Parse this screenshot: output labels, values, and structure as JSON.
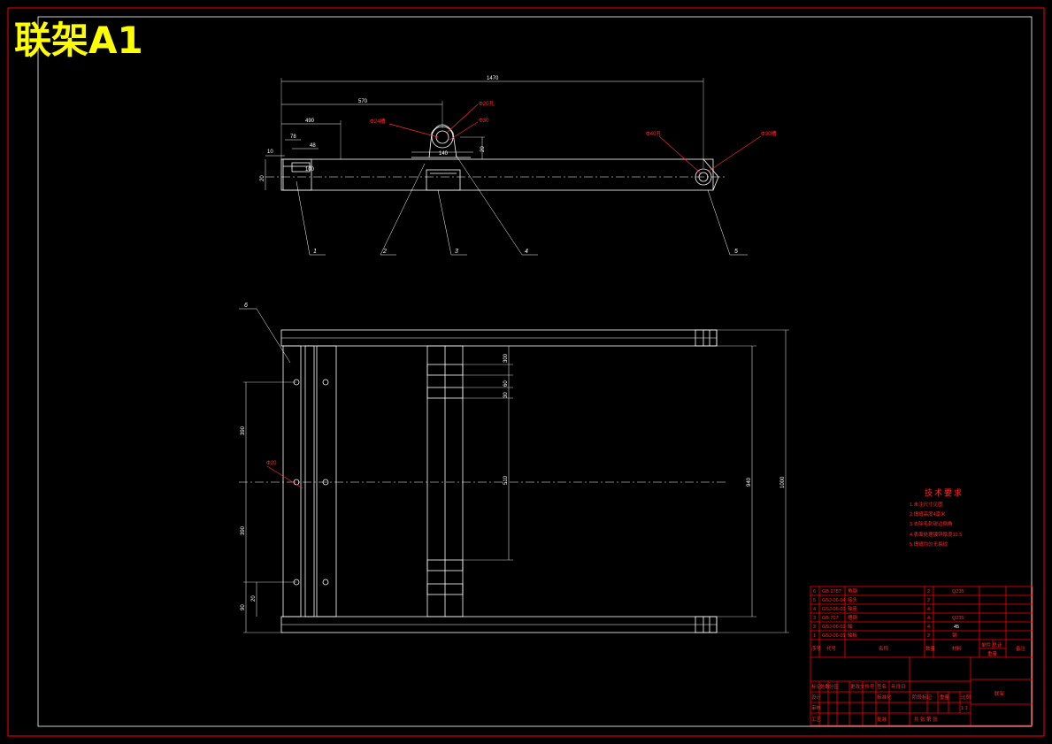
{
  "title": "联架A1",
  "top_view": {
    "dims": {
      "overall": "1470",
      "d570": "570",
      "d490": "490",
      "d78": "78",
      "d48": "48",
      "d10": "10",
      "d100": "100",
      "d20": "20",
      "d140": "140",
      "d20b": "20"
    },
    "callouts": {
      "phi_left": "Φ24槽",
      "phi_top1": "Φ20孔",
      "phi_top2": "Φ30",
      "phi_right1": "Φ40孔",
      "phi_right2": "Φ30槽"
    },
    "balloons": [
      "1",
      "2",
      "3",
      "4",
      "5"
    ]
  },
  "bottom_view": {
    "balloon": "6",
    "dims": {
      "d300": "300",
      "d60": "60",
      "d30": "30",
      "d510": "510",
      "d940": "940",
      "d1000": "1000",
      "d390a": "390",
      "d390b": "390",
      "d20": "20",
      "d90": "90"
    },
    "callout": "Φ20"
  },
  "tech": {
    "title": "技术要求",
    "notes": [
      "1.未注尺寸见图",
      "2.焊缝高度4毫米",
      "3.去除毛刺锐边倒角",
      "4.表面处理镀锌厚度12.5",
      "5.焊缝均匀无裂纹"
    ]
  },
  "parts": [
    {
      "no": "6",
      "code": "GB 9787",
      "name": "角钢",
      "qty": "2",
      "mat": "Q235"
    },
    {
      "no": "5",
      "code": "GSJ-06-04",
      "name": "接头",
      "qty": "2",
      "mat": ""
    },
    {
      "no": "4",
      "code": "GSJ-06-03",
      "name": "轴座",
      "qty": "4",
      "mat": ""
    },
    {
      "no": "3",
      "code": "GB 707",
      "name": "槽钢",
      "qty": "4",
      "mat": "Q235"
    },
    {
      "no": "2",
      "code": "GSJ-06-02",
      "name": "轴",
      "qty": "4",
      "mat": "45"
    },
    {
      "no": "1",
      "code": "GSJ-06-01",
      "name": "轴板",
      "qty": "2",
      "mat": "钢"
    }
  ],
  "header": {
    "no": "序号",
    "code": "代号",
    "name": "名称",
    "qty": "数量",
    "mat": "材料",
    "wt": "单件 总计",
    "wt2": "重量",
    "note": "备注"
  },
  "title_block": {
    "name": "联架",
    "r1": [
      "标记",
      "处数",
      "分区",
      "更改文件号",
      "签名",
      "年月日"
    ],
    "r2": [
      "阶段标记",
      "重量",
      "比例"
    ],
    "r3": [
      "设计",
      "标准化"
    ],
    "r4": [
      "审核"
    ],
    "r5": [
      "工艺",
      "批准"
    ],
    "sheet": "共 张 第 张",
    "scale": "1:1"
  },
  "colors": {
    "line": "#ffffff",
    "red": "#ff2a2a",
    "title": "#ffff00",
    "border": "#ff0000"
  }
}
